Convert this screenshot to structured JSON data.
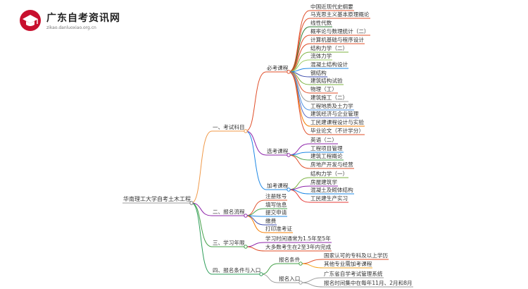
{
  "logo": {
    "title": "广东自考资讯网",
    "subtitle": "zikao.danluoxiao.org.cn",
    "icon": "graduation-cap-icon",
    "colors": {
      "red": "#c8102e",
      "dark": "#222222"
    }
  },
  "mindmap": {
    "root": "华南理工大学自考土木工程",
    "branches": [
      {
        "label": "一、考试科目",
        "color": "#f09a4a",
        "children": [
          {
            "label": "必考课程",
            "color": "#e04f2a",
            "children": [
              "中国近现代史纲要",
              "马克思主义基本原理概论",
              "线性代数",
              "概率论与数理统计（二）",
              "计算机基础与程序设计",
              "结构力学（二）",
              "流体力学",
              "混凝土结构设计",
              "钢结构",
              "建筑结构试验",
              "物理（工）",
              "建筑施工（二）",
              "工程地质及土力学",
              "建筑经济与企业管理",
              "工民建课程设计与实验",
              "毕业论文（不计学分）"
            ],
            "child_colors": [
              "#e04f2a",
              "#e04f2a",
              "#2e7d32",
              "#e04f2a",
              "#e04f2a",
              "#7cb342",
              "#9ccc65",
              "#1e88e5",
              "#3949ab",
              "#7cb342",
              "#e04f2a",
              "#9e9e9e",
              "#4a90e2",
              "#5c6bc0",
              "#f57c00",
              "#e04f2a"
            ]
          },
          {
            "label": "选考课程",
            "color": "#8e24aa",
            "children": [
              "英语（二）",
              "工程项目管理",
              "建筑工程概论",
              "房地产开发与经营"
            ],
            "child_colors": [
              "#8e24aa",
              "#1e88e5",
              "#43a047",
              "#e04f2a"
            ]
          },
          {
            "label": "加考课程",
            "color": "#1e88e5",
            "children": [
              "结构力学（一）",
              "房屋建筑学",
              "混凝土及砌体结构",
              "工民建生产实习"
            ],
            "child_colors": [
              "#7cb342",
              "#8e24aa",
              "#1e88e5",
              "#e53935"
            ]
          }
        ]
      },
      {
        "label": "二、报名流程",
        "color": "#8e24aa",
        "children": [
          "注册账号",
          "填写信息",
          "提交申请",
          "缴费",
          "打印准考证"
        ],
        "child_colors": [
          "#e04f2a",
          "#43a047",
          "#1e88e5",
          "#3949ab",
          "#f57c00"
        ]
      },
      {
        "label": "三、学习年限",
        "color": "#43a047",
        "children": [
          "学习时间通常为1.5年至5年",
          "大多数考生在2至3年内完成"
        ],
        "child_colors": [
          "#8e24aa",
          "#e04f2a"
        ]
      },
      {
        "label": "四、报名条件与入口",
        "color": "#2e9e5a",
        "children": [
          {
            "label": "报名条件",
            "color": "#43a047",
            "children": [
              "国家认可的专科及以上学历",
              "其他专业需加考课程"
            ],
            "child_colors": [
              "#e04f2a",
              "#f5a623"
            ]
          },
          {
            "label": "报名入口",
            "color": "#9e9e9e",
            "children": [
              "广东省自学考试管理系统",
              "报名时间集中在每年11月、2月和8月"
            ],
            "child_colors": [
              "#9e9e9e",
              "#9e9e9e"
            ]
          }
        ]
      }
    ]
  }
}
